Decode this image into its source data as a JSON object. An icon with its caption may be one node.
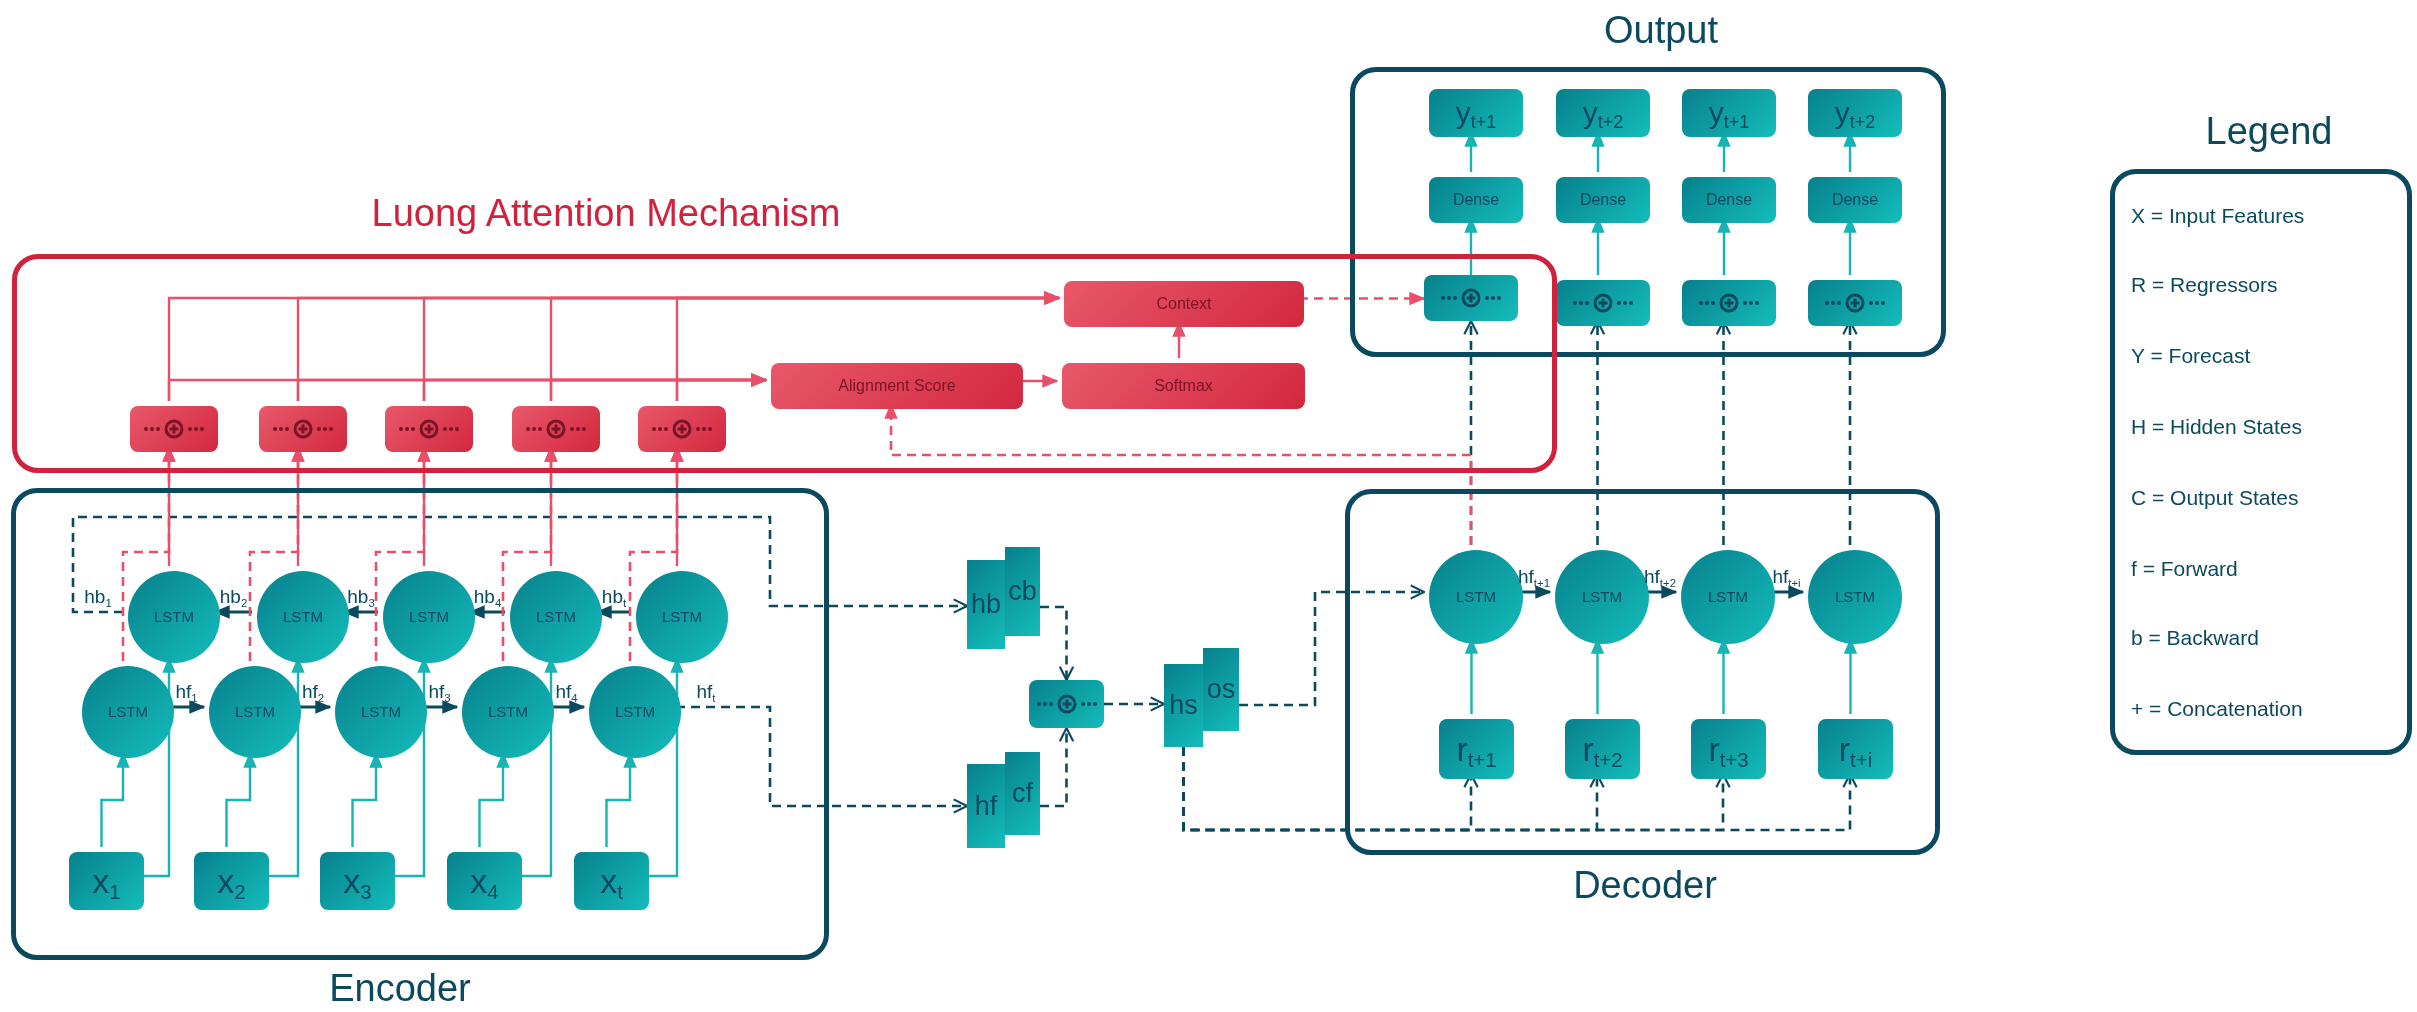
{
  "diagram": {
    "nodes": [
      {
        "text": [
          "Output"
        ]
      },
      {
        "text": [
          "y$_{t+1}$"
        ],
        "in": 0
      },
      {
        "text": [
          "y$_{t+2}$"
        ],
        "in": 0
      },
      {
        "text": [
          "y$_{t+1}$"
        ],
        "in": 0
      },
      {
        "text": [
          "y$_{t+2}$"
        ],
        "in": 0
      },
      {
        "text": [
          "Dense"
        ],
        "in": 0
      },
      {
        "text": [
          "Dense"
        ],
        "in": 0
      },
      {
        "text": [
          "Dense"
        ],
        "in": 0
      },
      {
        "text": [
          "Dense"
        ],
        "in": 0
      },
      {
        "text": [],
        "shape": "box"
      },
      {
        "text": [],
        "shape": "box",
        "in": 0
      },
      {
        "text": [],
        "shape": "box",
        "in": 0
      },
      {
        "text": [],
        "shape": "box",
        "in": 0
      },
      {
        "text": [
          "Legend",
          "X = Input Features",
          "R = Regressors",
          "Y = Forecast",
          "H = Hidden States",
          "C = Output States",
          "f = Forward",
          "b = Backward",
          "+ = Concatenation"
        ]
      },
      {
        "text": [
          "Luong Attention Mechanism"
        ]
      },
      {
        "text": [
          "Context"
        ],
        "in": 14
      },
      {
        "text": [
          "Alignment Score"
        ],
        "in": 14
      },
      {
        "text": [
          "Softmax"
        ],
        "in": 14
      },
      {
        "text": [],
        "shape": "box",
        "in": 14
      },
      {
        "text": [],
        "shape": "box",
        "in": 14
      },
      {
        "text": [],
        "shape": "box",
        "in": 14
      },
      {
        "text": [],
        "shape": "box",
        "in": 14
      },
      {
        "text": [],
        "shape": "box",
        "in": 14
      },
      {
        "text": [
          "Encoder"
        ]
      },
      {
        "text": [
          "LSTM"
        ],
        "in": 23
      },
      {
        "text": [
          "LSTM"
        ],
        "in": 23
      },
      {
        "text": [
          "LSTM"
        ],
        "in": 23
      },
      {
        "text": [
          "LSTM"
        ],
        "in": 23
      },
      {
        "text": [
          "LSTM"
        ],
        "in": 23
      },
      {
        "text": [
          "LSTM"
        ],
        "in": 23
      },
      {
        "text": [
          "LSTM"
        ],
        "in": 23
      },
      {
        "text": [
          "LSTM"
        ],
        "in": 23
      },
      {
        "text": [
          "LSTM"
        ],
        "in": 23
      },
      {
        "text": [
          "LSTM"
        ],
        "in": 23
      },
      {
        "text": [
          "x$_{1}$"
        ],
        "in": 23
      },
      {
        "text": [
          "x$_{2}$"
        ],
        "in": 23
      },
      {
        "text": [
          "x$_{3}$"
        ],
        "in": 23
      },
      {
        "text": [
          "x$_{4}$"
        ],
        "in": 23
      },
      {
        "text": [
          "x$_{t}$"
        ],
        "in": 23
      },
      {
        "text": [
          "hb"
        ]
      },
      {
        "text": [
          "cb"
        ]
      },
      {
        "text": [],
        "shape": "box"
      },
      {
        "text": [
          "hf"
        ]
      },
      {
        "text": [
          "cf"
        ]
      },
      {
        "text": [
          "hs"
        ]
      },
      {
        "text": [
          "os"
        ]
      },
      {
        "text": [
          "Decoder"
        ]
      },
      {
        "text": [
          "LSTM"
        ],
        "in": 46
      },
      {
        "text": [
          "LSTM"
        ],
        "in": 46
      },
      {
        "text": [
          "LSTM"
        ],
        "in": 46
      },
      {
        "text": [
          "LSTM"
        ],
        "in": 46
      },
      {
        "text": [
          "r$_{t+1}$"
        ],
        "in": 46
      },
      {
        "text": [
          "r$_{t+2}$"
        ],
        "in": 46
      },
      {
        "text": [
          "r$_{t+3}$"
        ],
        "in": 46
      },
      {
        "text": [
          "r$_{t+i}$"
        ],
        "in": 46
      }
    ],
    "edges": [
      {
        "from": 9,
        "to": 5,
        "arrow": "to",
        "color": "#17b3b5"
      },
      {
        "from": 10,
        "to": 6,
        "arrow": "to",
        "color": "#17b3b5"
      },
      {
        "from": 11,
        "to": 7,
        "arrow": "to",
        "color": "#17b3b5"
      },
      {
        "from": 12,
        "to": 8,
        "arrow": "to",
        "color": "#17b3b5"
      },
      {
        "from": 5,
        "to": 1,
        "arrow": "to",
        "color": "#17b3b5"
      },
      {
        "from": 6,
        "to": 2,
        "arrow": "to",
        "color": "#17b3b5"
      },
      {
        "from": 7,
        "to": 3,
        "arrow": "to",
        "color": "#17b3b5"
      },
      {
        "from": 8,
        "to": 4,
        "arrow": "to",
        "color": "#17b3b5"
      },
      {
        "from": 18,
        "to": 15,
        "arrow": "to",
        "color": "#e8506a"
      },
      {
        "from": 19,
        "to": 15,
        "arrow": "to",
        "color": "#e8506a"
      },
      {
        "from": 20,
        "to": 15,
        "arrow": "to",
        "color": "#e8506a"
      },
      {
        "from": 21,
        "to": 15,
        "arrow": "to",
        "color": "#e8506a"
      },
      {
        "from": 22,
        "to": 15,
        "arrow": "to",
        "color": "#e8506a"
      },
      {
        "from": 18,
        "to": 16,
        "arrow": "to",
        "color": "#e8506a"
      },
      {
        "from": 19,
        "to": 16,
        "arrow": "to",
        "color": "#e8506a"
      },
      {
        "from": 20,
        "to": 16,
        "arrow": "to",
        "color": "#e8506a"
      },
      {
        "from": 21,
        "to": 16,
        "arrow": "to",
        "color": "#e8506a"
      },
      {
        "from": 22,
        "to": 16,
        "arrow": "to",
        "color": "#e8506a"
      },
      {
        "from": 16,
        "to": 17,
        "arrow": "to",
        "color": "#e8506a"
      },
      {
        "from": 17,
        "to": 15,
        "arrow": "to",
        "color": "#e8506a"
      },
      {
        "from": 15,
        "to": 9,
        "arrow": "to",
        "style": "dashed",
        "color": "#e8506a"
      },
      {
        "from": 34,
        "to": 29,
        "arrow": "to",
        "color": "#17b3b5"
      },
      {
        "from": 35,
        "to": 30,
        "arrow": "to",
        "color": "#17b3b5"
      },
      {
        "from": 36,
        "to": 31,
        "arrow": "to",
        "color": "#17b3b5"
      },
      {
        "from": 37,
        "to": 32,
        "arrow": "to",
        "color": "#17b3b5"
      },
      {
        "from": 38,
        "to": 33,
        "arrow": "to",
        "color": "#17b3b5"
      },
      {
        "from": 34,
        "to": 24,
        "arrow": "to",
        "color": "#17b3b5"
      },
      {
        "from": 35,
        "to": 25,
        "arrow": "to",
        "color": "#17b3b5"
      },
      {
        "from": 36,
        "to": 26,
        "arrow": "to",
        "color": "#17b3b5"
      },
      {
        "from": 37,
        "to": 27,
        "arrow": "to",
        "color": "#17b3b5"
      },
      {
        "from": 38,
        "to": 28,
        "arrow": "to",
        "color": "#17b3b5"
      },
      {
        "from": 29,
        "to": 30,
        "label": "hf$_{1}$",
        "arrow": "to"
      },
      {
        "from": 30,
        "to": 31,
        "label": "hf$_{2}$",
        "arrow": "to"
      },
      {
        "from": 31,
        "to": 32,
        "label": "hf$_{3}$",
        "arrow": "to"
      },
      {
        "from": 32,
        "to": 33,
        "label": "hf$_{4}$",
        "arrow": "to"
      },
      {
        "from": 33,
        "to": 42,
        "label": "hf$_{t}$",
        "arrow": "to",
        "style": "dashed"
      },
      {
        "from": 25,
        "to": 24,
        "label": "hb$_{2}$",
        "arrow": "to"
      },
      {
        "from": 26,
        "to": 25,
        "label": "hb$_{3}$",
        "arrow": "to"
      },
      {
        "from": 27,
        "to": 26,
        "label": "hb$_{4}$",
        "arrow": "to"
      },
      {
        "from": 28,
        "to": 27,
        "label": "hb$_{t}$",
        "arrow": "to"
      },
      {
        "from": 24,
        "to": 39,
        "label": "hb$_{1}$",
        "arrow": "to",
        "style": "dashed"
      },
      {
        "from": 29,
        "to": 18,
        "arrow": "to",
        "style": "dashed",
        "color": "#e8506a"
      },
      {
        "from": 30,
        "to": 19,
        "arrow": "to",
        "style": "dashed",
        "color": "#e8506a"
      },
      {
        "from": 31,
        "to": 20,
        "arrow": "to",
        "style": "dashed",
        "color": "#e8506a"
      },
      {
        "from": 32,
        "to": 21,
        "arrow": "to",
        "style": "dashed",
        "color": "#e8506a"
      },
      {
        "from": 33,
        "to": 22,
        "arrow": "to",
        "style": "dashed",
        "color": "#e8506a"
      },
      {
        "from": 24,
        "to": 18,
        "arrow": "to",
        "color": "#e8506a"
      },
      {
        "from": 25,
        "to": 19,
        "arrow": "to",
        "color": "#e8506a"
      },
      {
        "from": 26,
        "to": 20,
        "arrow": "to",
        "color": "#e8506a"
      },
      {
        "from": 27,
        "to": 21,
        "arrow": "to",
        "color": "#e8506a"
      },
      {
        "from": 28,
        "to": 22,
        "arrow": "to",
        "color": "#e8506a"
      },
      {
        "from": 40,
        "to": 41,
        "arrow": "to",
        "style": "dashed"
      },
      {
        "from": 43,
        "to": 41,
        "arrow": "to",
        "style": "dashed"
      },
      {
        "from": 41,
        "to": 44,
        "arrow": "to",
        "style": "dashed"
      },
      {
        "from": 45,
        "to": 47,
        "arrow": "to",
        "style": "dashed"
      },
      {
        "from": 47,
        "to": 48,
        "label": "hf$_{t+1}$",
        "arrow": "to"
      },
      {
        "from": 48,
        "to": 49,
        "label": "hf$_{t+2}$",
        "arrow": "to"
      },
      {
        "from": 49,
        "to": 50,
        "label": "hf$_{t+i}$",
        "arrow": "to"
      },
      {
        "from": 51,
        "to": 47,
        "arrow": "to",
        "color": "#17b3b5"
      },
      {
        "from": 52,
        "to": 48,
        "arrow": "to",
        "color": "#17b3b5"
      },
      {
        "from": 53,
        "to": 49,
        "arrow": "to",
        "color": "#17b3b5"
      },
      {
        "from": 54,
        "to": 50,
        "arrow": "to",
        "color": "#17b3b5"
      },
      {
        "from": 44,
        "to": 51,
        "arrow": "to",
        "style": "dashed"
      },
      {
        "from": 44,
        "to": 52,
        "arrow": "to",
        "style": "dashed"
      },
      {
        "from": 44,
        "to": 53,
        "arrow": "to",
        "style": "dashed"
      },
      {
        "from": 44,
        "to": 54,
        "arrow": "to",
        "style": "dashed"
      },
      {
        "from": 47,
        "to": 9,
        "arrow": "to",
        "style": "dashed"
      },
      {
        "from": 48,
        "to": 10,
        "arrow": "to",
        "style": "dashed"
      },
      {
        "from": 49,
        "to": 11,
        "arrow": "to",
        "style": "dashed"
      },
      {
        "from": 50,
        "to": 12,
        "arrow": "to",
        "style": "dashed"
      },
      {
        "from": 47,
        "to": 16,
        "arrow": "to",
        "style": "dashed",
        "color": "#e8506a"
      }
    ]
  }
}
